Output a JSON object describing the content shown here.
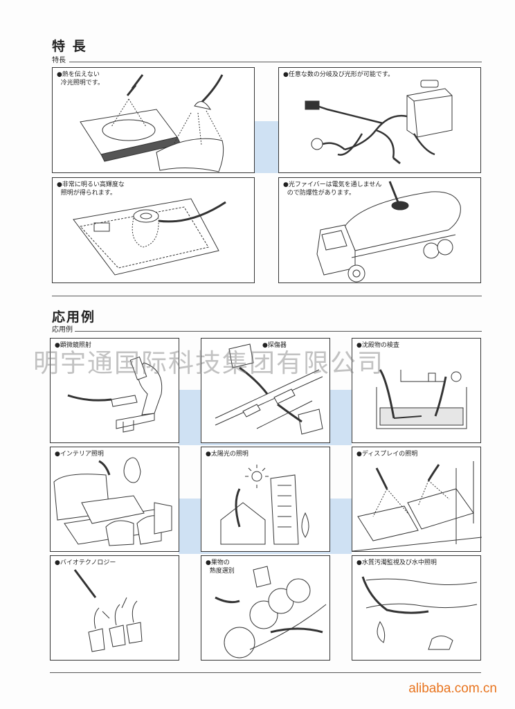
{
  "section_features": {
    "title": "特 長",
    "subtitle": "特長",
    "panels": [
      {
        "caption": "●熱を伝えない\n  冷光照明です。",
        "icon": "cold-light-illustration"
      },
      {
        "caption": "●任意な数の分岐及び光形が可能です。",
        "icon": "branching-fiber-illustration"
      },
      {
        "caption": "●非常に明るい高輝度な\n  照明が得られます。",
        "icon": "high-brightness-illustration"
      },
      {
        "caption": "●光ファイバーは電気を通しません\n  ので防爆性があります。",
        "icon": "tanker-truck-illustration"
      }
    ]
  },
  "section_applications": {
    "title": "応用例",
    "subtitle": "応用例",
    "panels": [
      {
        "caption": "●顕微鏡照射",
        "icon": "microscope-illustration"
      },
      {
        "caption": "●探傷器",
        "icon": "flaw-detector-illustration"
      },
      {
        "caption": "●沈殿物の検査",
        "icon": "sediment-tank-illustration"
      },
      {
        "caption": "●インテリア照明",
        "icon": "interior-sofa-illustration"
      },
      {
        "caption": "●太陽光の照明",
        "icon": "sunlight-building-illustration"
      },
      {
        "caption": "●ディスプレイの照明",
        "icon": "display-case-illustration"
      },
      {
        "caption": "●バイオテクノロジー",
        "icon": "potted-plants-illustration"
      },
      {
        "caption": "●果物の\n  熟度選別",
        "icon": "fruit-sorting-illustration"
      },
      {
        "caption": "●水質汚濁監視及び水中照明",
        "icon": "underwater-illustration"
      }
    ]
  },
  "watermark": "明宇通国际科技集团有限公司",
  "footer": {
    "brand": "alibaba.com.cn"
  },
  "colors": {
    "accent_blue": "#cfe1f3",
    "line": "#333333",
    "footer_orange": "#e8741e"
  }
}
